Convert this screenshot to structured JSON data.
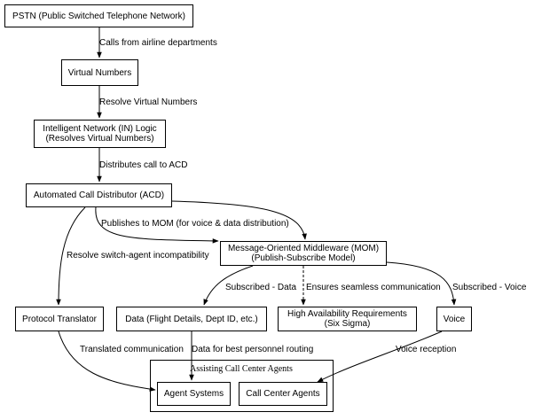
{
  "nodes": {
    "pstn": "PSTN (Public Switched Telephone Network)",
    "virtual_numbers": "Virtual Numbers",
    "in_logic_line1": "Intelligent Network (IN) Logic",
    "in_logic_line2": "(Resolves Virtual Numbers)",
    "acd": "Automated Call Distributor (ACD)",
    "mom_line1": "Message-Oriented Middleware (MOM)",
    "mom_line2": "(Publish-Subscribe Model)",
    "protocol_translator": "Protocol Translator",
    "data": "Data (Flight Details, Dept ID, etc.)",
    "ha_line1": "High Availability Requirements",
    "ha_line2": "(Six Sigma)",
    "voice": "Voice",
    "agent_systems": "Agent Systems",
    "call_center_agents": "Call Center Agents"
  },
  "cluster": {
    "label": "Assisting Call Center Agents"
  },
  "edges": {
    "pstn_to_vn": "Calls from airline departments",
    "vn_to_in": "Resolve Virtual Numbers",
    "in_to_acd": "Distributes call to ACD",
    "acd_to_mom": "Publishes to MOM (for voice & data distribution)",
    "acd_to_pt": "Resolve switch-agent incompatibility",
    "mom_to_data": "Subscribed - Data",
    "mom_to_ha": "Ensures seamless communication",
    "mom_to_voice": "Subscribed - Voice",
    "pt_to_agents": "Translated communication",
    "data_to_agents": "Data for best personnel routing",
    "voice_to_cca": "Voice reception"
  }
}
